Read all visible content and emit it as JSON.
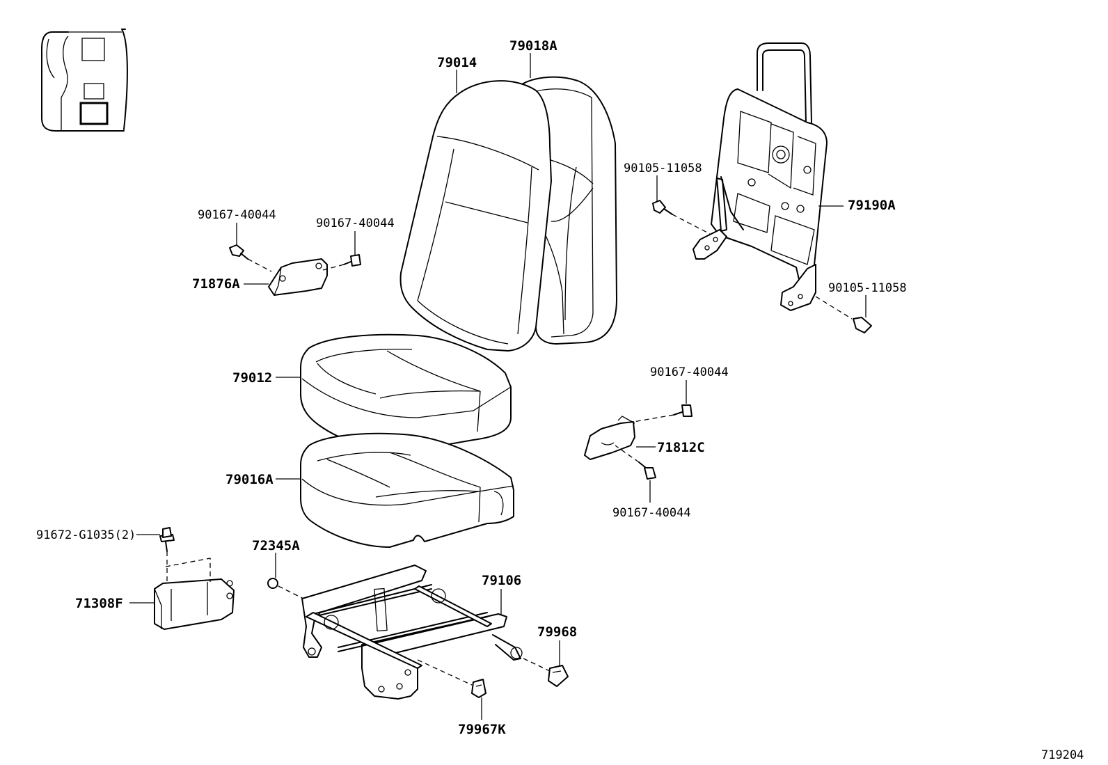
{
  "diagram_id": "719204",
  "callouts": {
    "c79014": "79014",
    "c79018a": "79018A",
    "c79190a": "79190A",
    "c90105_top": "90105-11058",
    "c90105_bot": "90105-11058",
    "c90167_a": "90167-40044",
    "c90167_b": "90167-40044",
    "c71876a": "71876A",
    "c79012": "79012",
    "c79016a": "79016A",
    "c90167_c": "90167-40044",
    "c71812c": "71812C",
    "c90167_d": "90167-40044",
    "c91672": "91672-G1035(2)",
    "c71308f": "71308F",
    "c72345a": "72345A",
    "c79106": "79106",
    "c79968": "79968",
    "c79967k": "79967K"
  }
}
